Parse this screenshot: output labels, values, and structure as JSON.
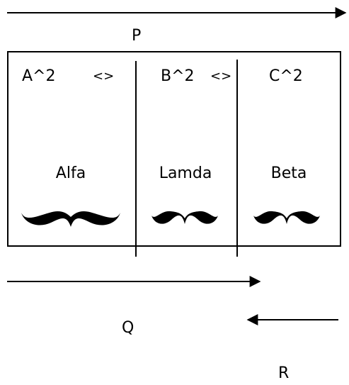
{
  "labels": {
    "top_arrow": "P",
    "middle_arrow": "Q",
    "bottom_arrow": "R"
  },
  "panels": [
    {
      "power": "A^2",
      "name": "Alfa"
    },
    {
      "power": "B^2",
      "name": "Lamda"
    },
    {
      "power": "C^2",
      "name": "Beta"
    }
  ],
  "separators": [
    "<>",
    "<>"
  ],
  "colors": {
    "line": "#000000",
    "background": "#ffffff"
  }
}
